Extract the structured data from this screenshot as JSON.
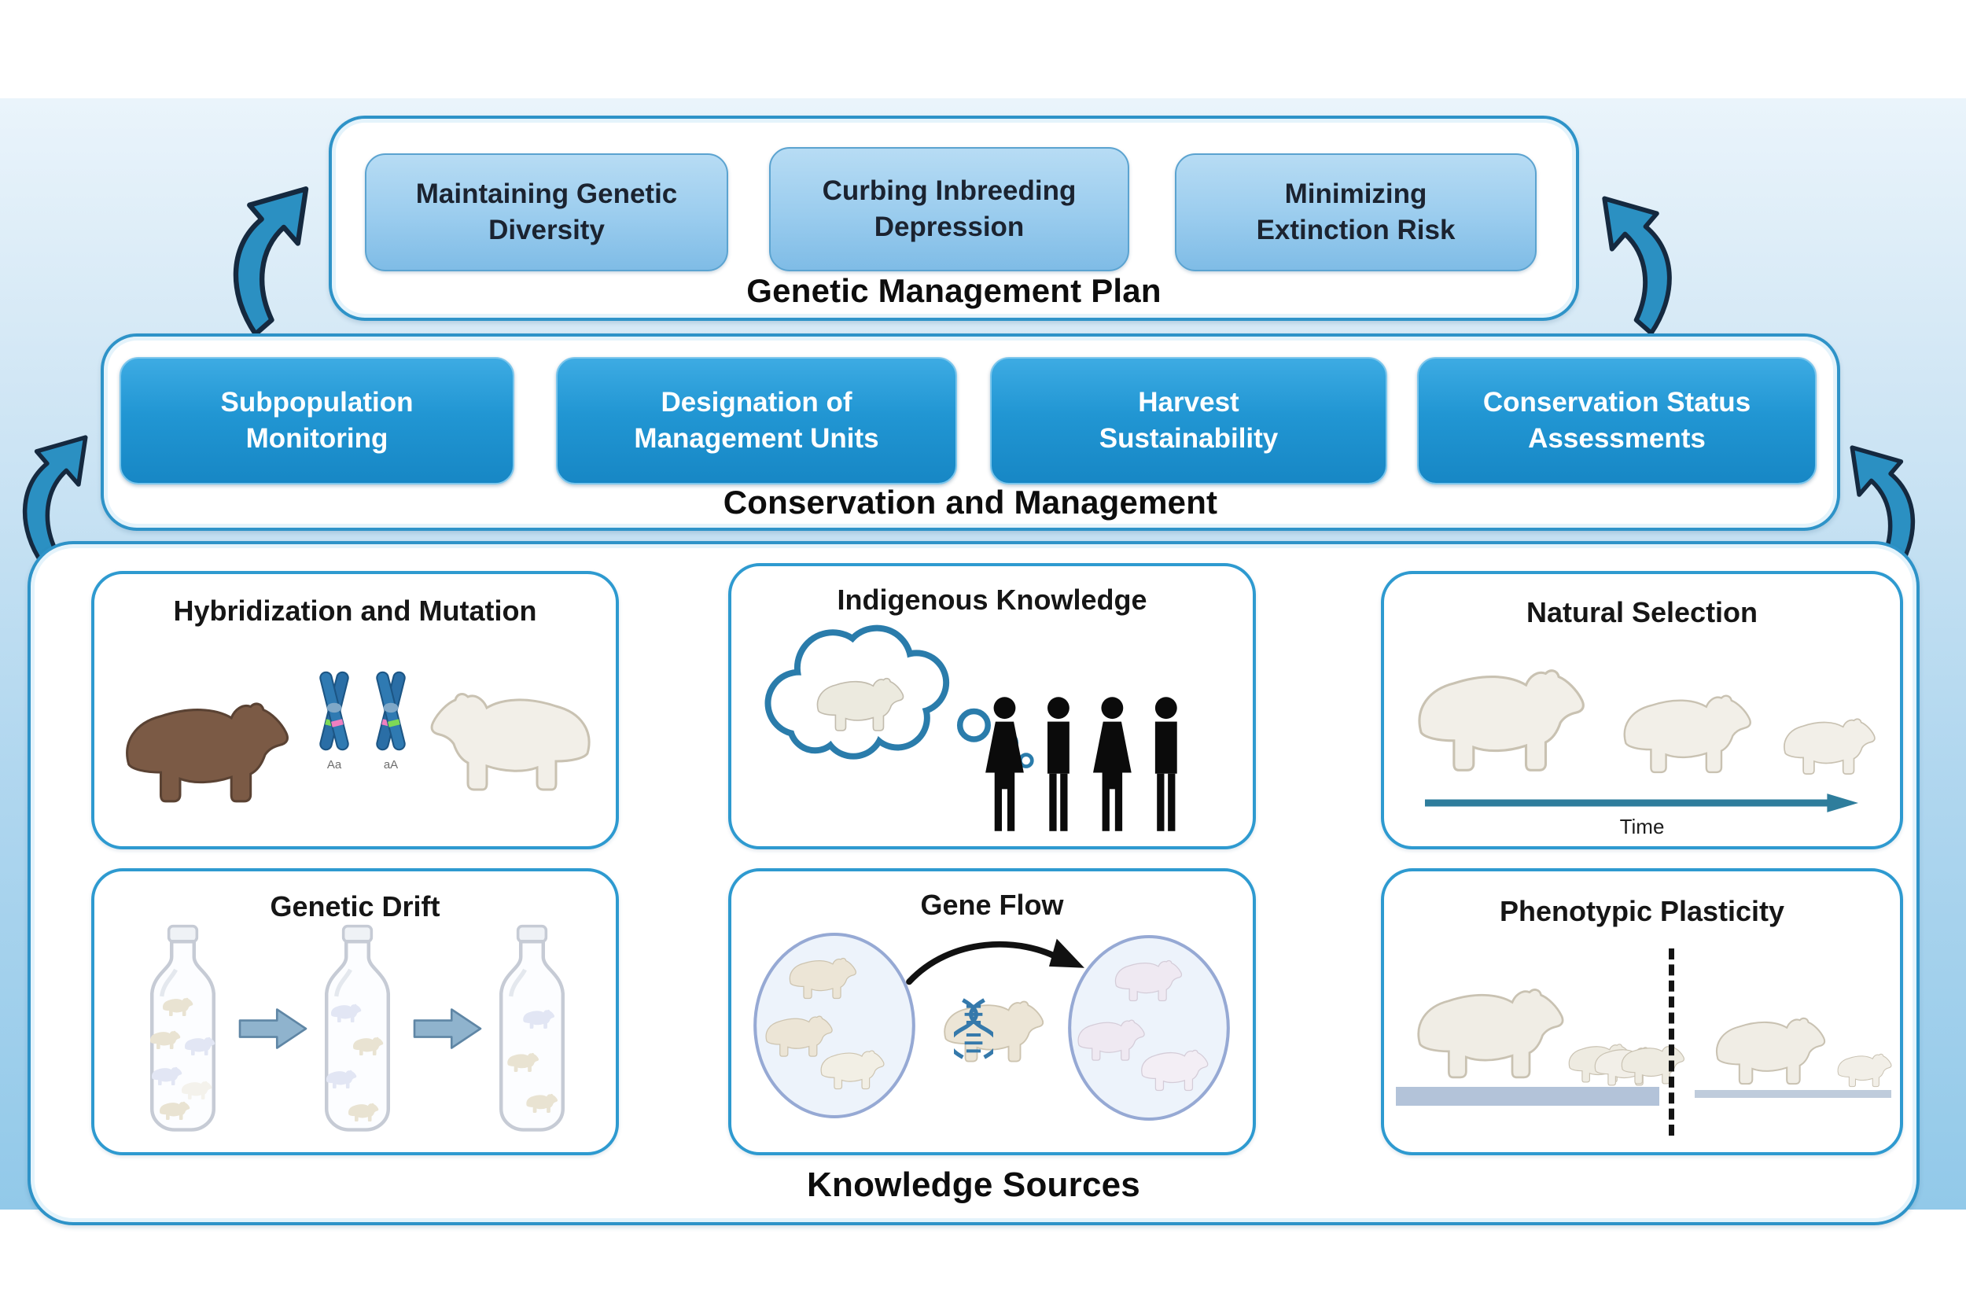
{
  "colors": {
    "accent_border_blue": "#2e93c8",
    "dark_box_blue": "#2196d3",
    "light_box_blue": "#9accee",
    "cycle_arrow_teal": "#2b90c2",
    "background_blue": "#b1d7ef"
  },
  "genetic_management_plan": {
    "label": "Genetic Management Plan",
    "items": [
      "Maintaining Genetic Diversity",
      "Curbing Inbreeding Depression",
      "Minimizing Extinction Risk"
    ]
  },
  "conservation_management": {
    "label": "Conservation and Management",
    "items": [
      "Subpopulation Monitoring",
      "Designation of Management Units",
      "Harvest Sustainability",
      "Conservation Status Assessments"
    ]
  },
  "knowledge_sources": {
    "label": "Knowledge Sources",
    "cards": {
      "hybridization": {
        "title": "Hybridization and Mutation",
        "chromosome_pair_labels": [
          "Aa",
          "aA"
        ]
      },
      "indigenous": {
        "title": "Indigenous Knowledge"
      },
      "natural_selection": {
        "title": "Natural Selection",
        "time_axis_label": "Time"
      },
      "genetic_drift": {
        "title": "Genetic Drift"
      },
      "gene_flow": {
        "title": "Gene Flow"
      },
      "phenotypic_plasticity": {
        "title": "Phenotypic Plasticity"
      }
    }
  }
}
